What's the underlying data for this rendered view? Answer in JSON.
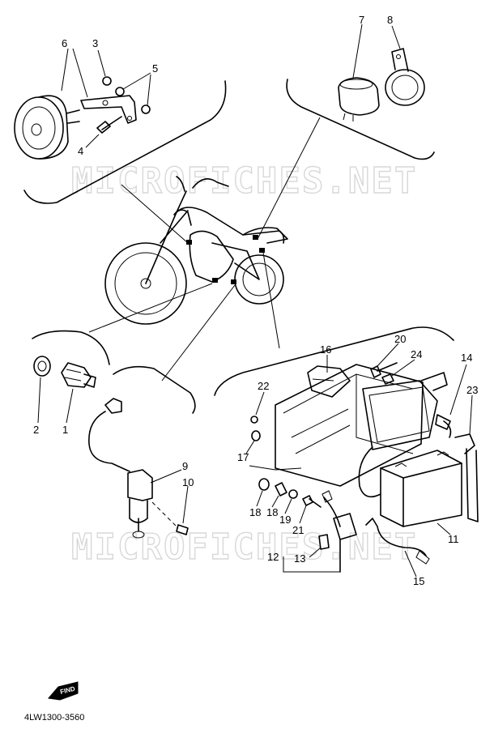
{
  "watermark": "MICROFICHES.NET",
  "part_code": "4LW1300-3560",
  "find_label": "FIND",
  "callouts": [
    "1",
    "2",
    "3",
    "4",
    "5",
    "6",
    "7",
    "8",
    "9",
    "10",
    "11",
    "12",
    "13",
    "14",
    "15",
    "16",
    "17",
    "18",
    "18",
    "19",
    "20",
    "21",
    "22",
    "23",
    "24"
  ]
}
